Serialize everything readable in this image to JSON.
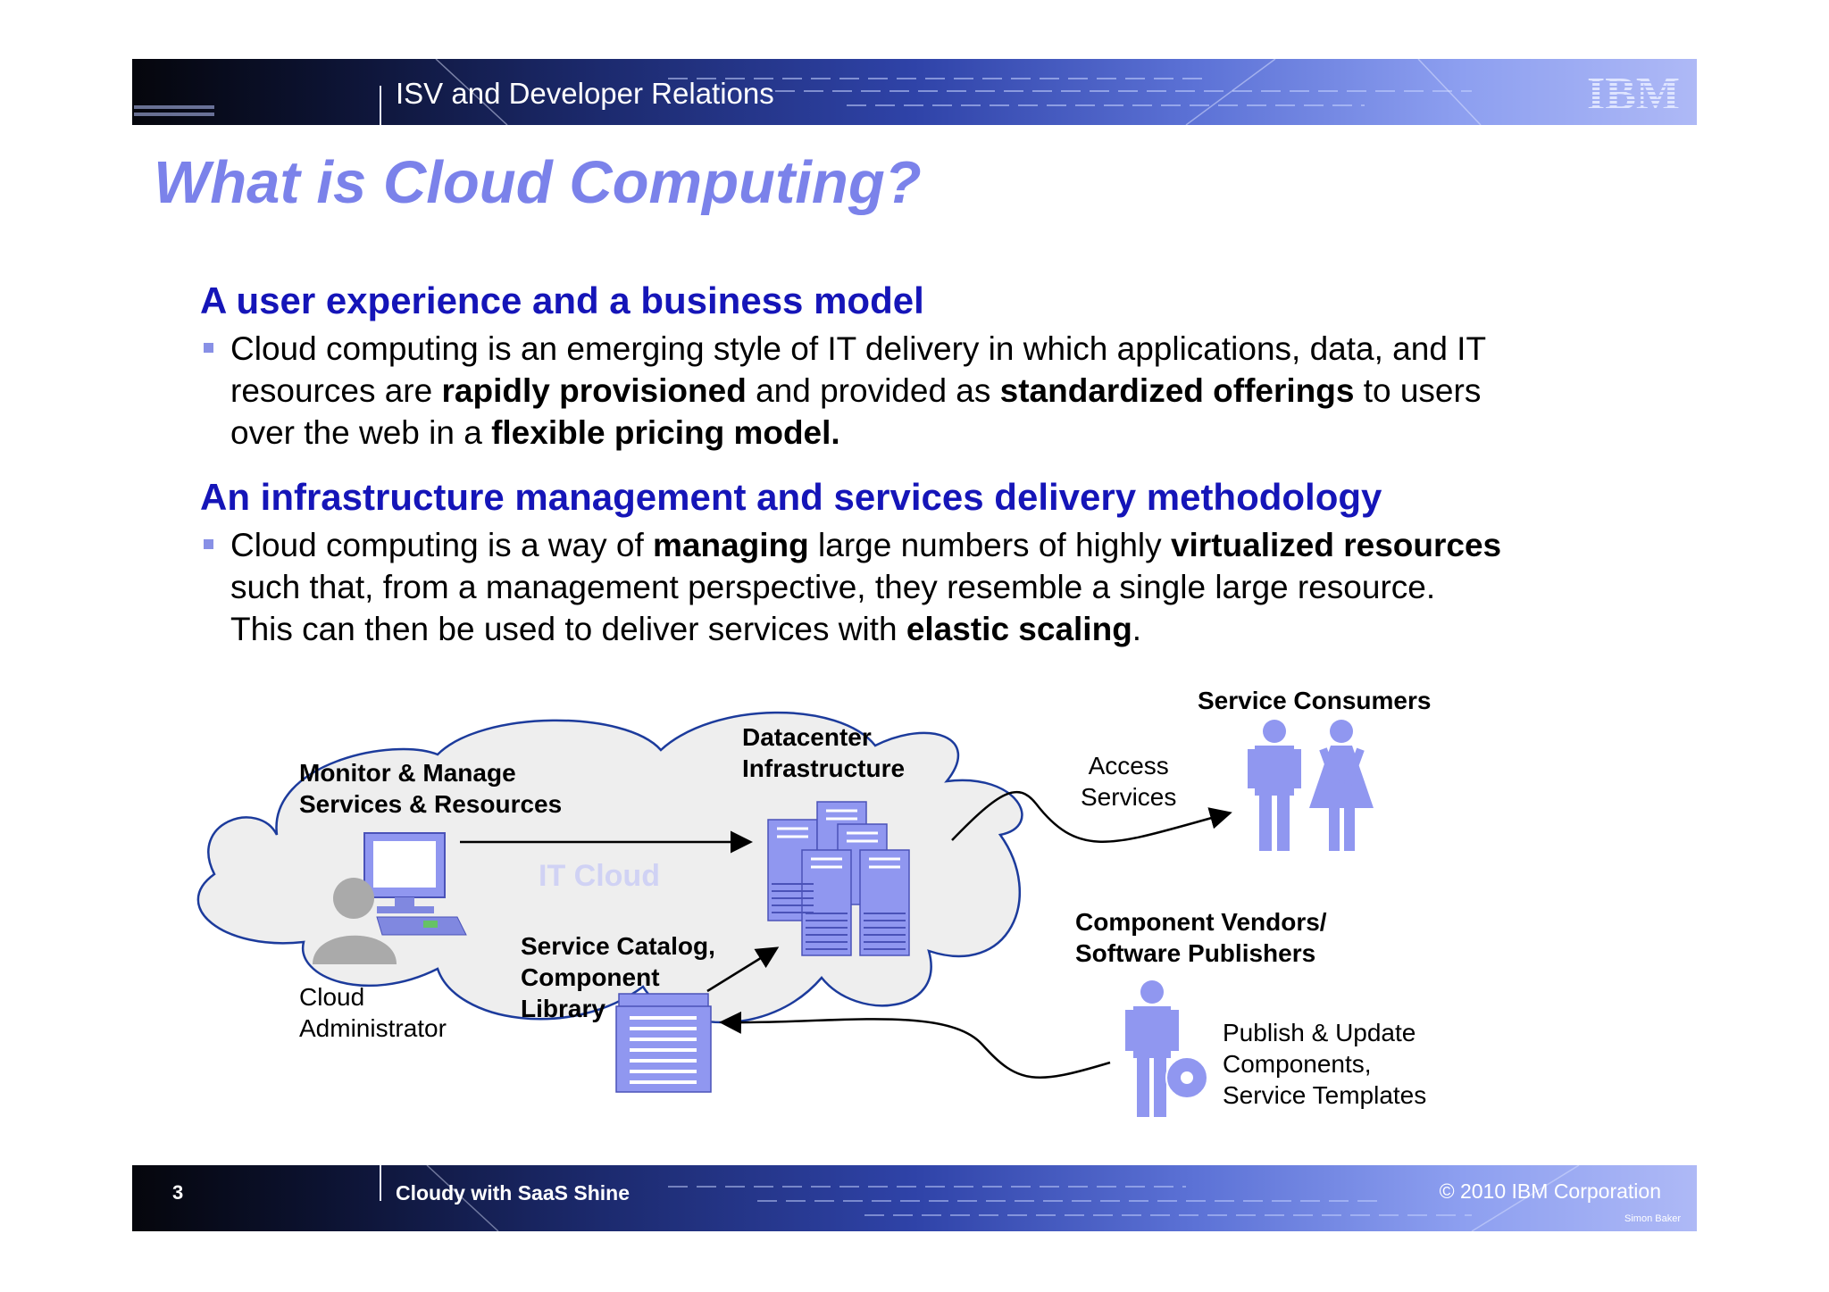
{
  "header": {
    "subtitle": "ISV and Developer Relations",
    "logo": "IBM"
  },
  "slide": {
    "title": "What is Cloud Computing?"
  },
  "sections": [
    {
      "heading": "A user experience and a business model",
      "lines": [
        [
          {
            "t": "Cloud computing is an emerging style of IT delivery in which applications, data, and IT",
            "b": false
          }
        ],
        [
          {
            "t": "resources are ",
            "b": false
          },
          {
            "t": "rapidly provisioned",
            "b": true
          },
          {
            "t": " and provided as ",
            "b": false
          },
          {
            "t": "standardized offerings",
            "b": true
          },
          {
            "t": " to users",
            "b": false
          }
        ],
        [
          {
            "t": "over the web in a ",
            "b": false
          },
          {
            "t": "flexible pricing model.",
            "b": true
          }
        ]
      ]
    },
    {
      "heading": "An infrastructure management and services delivery methodology",
      "lines": [
        [
          {
            "t": "Cloud computing is a way of ",
            "b": false
          },
          {
            "t": "managing",
            "b": true
          },
          {
            "t": " large numbers of highly ",
            "b": false
          },
          {
            "t": "virtualized resources",
            "b": true
          }
        ],
        [
          {
            "t": "such that, from a management perspective, they resemble a single large resource.",
            "b": false
          }
        ],
        [
          {
            "t": "This can then be used to deliver services with ",
            "b": false
          },
          {
            "t": "elastic scaling",
            "b": true
          },
          {
            "t": ".",
            "b": false
          }
        ]
      ]
    }
  ],
  "diagram": {
    "cloud_label": "IT Cloud",
    "monitor_manage": [
      "Monitor & Manage",
      "Services & Resources"
    ],
    "cloud_admin": [
      "Cloud",
      "Administrator"
    ],
    "datacenter": [
      "Datacenter",
      "Infrastructure"
    ],
    "service_catalog": [
      "Service Catalog,",
      "Component",
      "Library"
    ],
    "service_consumers": "Service Consumers",
    "access_services": [
      "Access",
      "Services"
    ],
    "component_vendors": [
      "Component Vendors/",
      "Software Publishers"
    ],
    "publish_update": [
      "Publish & Update",
      "Components,",
      "Service Templates"
    ],
    "icons": [
      "computer-icon",
      "person-icon",
      "server-rack-icon",
      "catalog-icon",
      "man-icon",
      "woman-icon",
      "publisher-icon",
      "cd-icon"
    ],
    "colors": {
      "icon": "#9097f0",
      "cloud_fill": "#eeeeee",
      "cloud_stroke": "#1c3b9c",
      "heading": "#1515b8",
      "title": "#7b82ea"
    }
  },
  "footer": {
    "page_number": "3",
    "title": "Cloudy with SaaS Shine",
    "copyright": "© 2010 IBM Corporation",
    "author": "Simon Baker"
  }
}
